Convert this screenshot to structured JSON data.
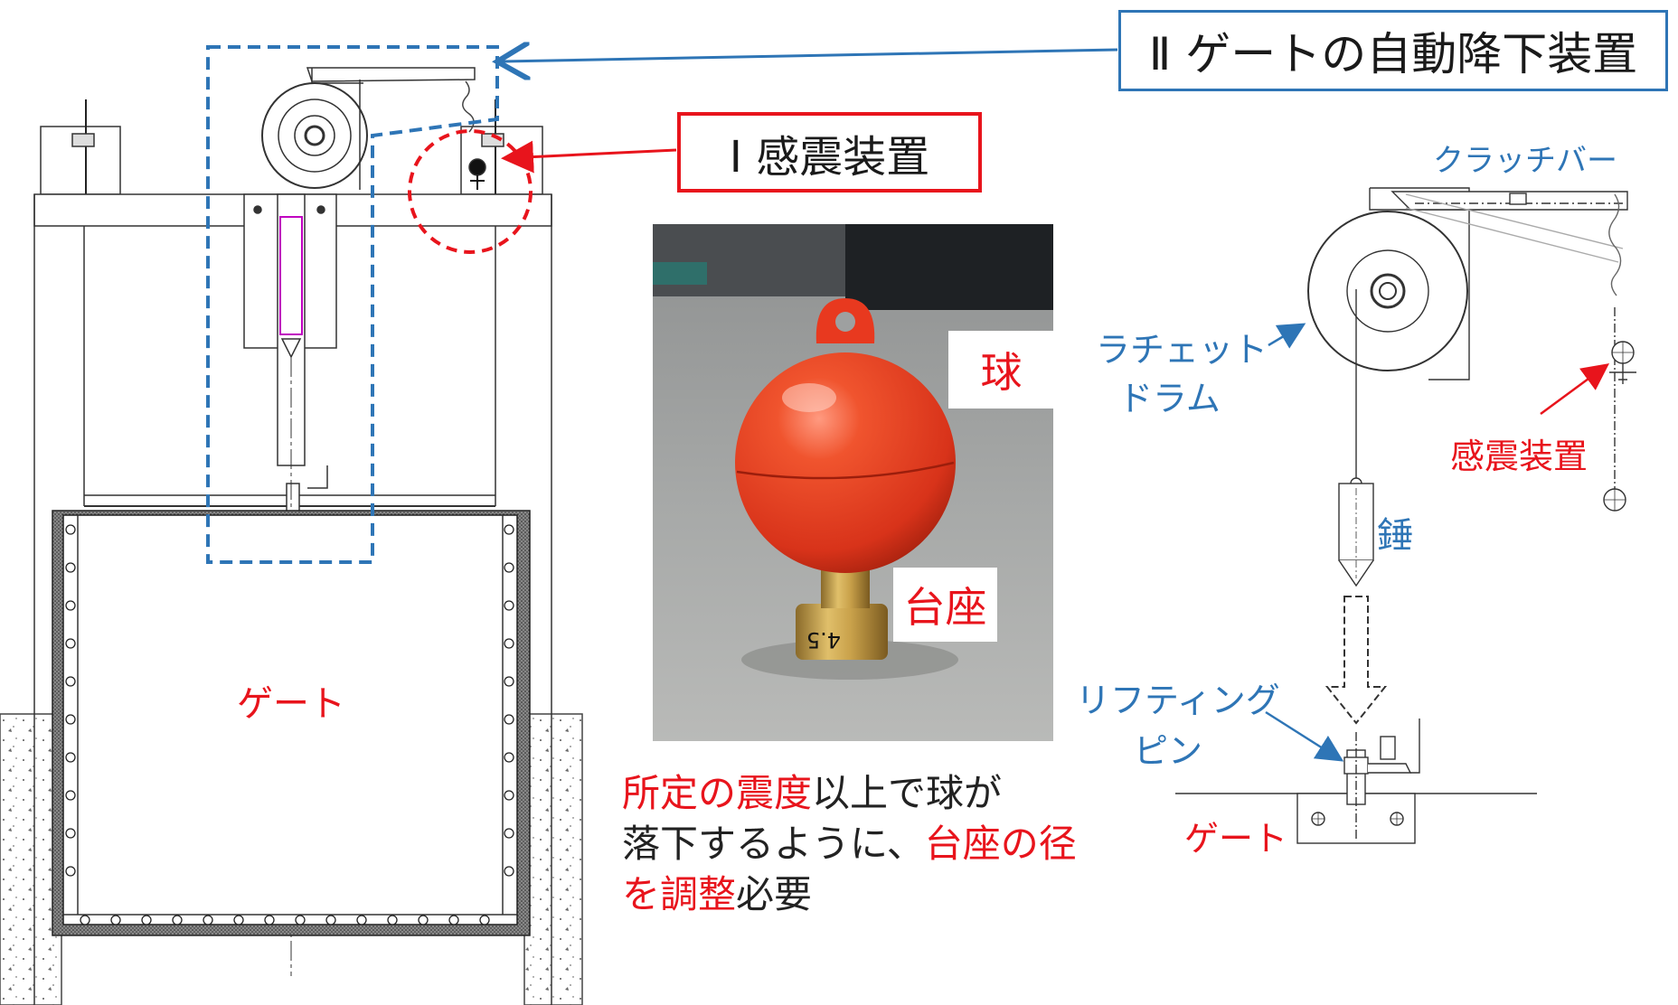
{
  "callouts": {
    "auto_lowering": "Ⅱ ゲートの自動降下装置",
    "seismic_sensor": "Ⅰ 感震装置"
  },
  "left_drawing": {
    "gate_label": "ゲート"
  },
  "photo": {
    "ball_label": "球",
    "base_label": "台座",
    "base_marking": "4.5"
  },
  "caption": {
    "part1_red": "所定の震度",
    "part2": "以上で球が",
    "part3": "落下するように、",
    "part4_red": "台座の径",
    "part5_red": "を調整",
    "part6": "必要"
  },
  "right_drawing": {
    "clutch_bar": "クラッチバー",
    "ratchet_line1": "ラチェット",
    "ratchet_line2": "ドラム",
    "seismic_sensor": "感震装置",
    "weight": "錘",
    "lifting_line1": "リフティング",
    "lifting_line2": "ピン",
    "gate": "ゲート"
  },
  "colors": {
    "accent_blue": "#2e75b6",
    "accent_red": "#e8141c",
    "ball_red": "#e8391f",
    "brass": "#c9a14a"
  }
}
